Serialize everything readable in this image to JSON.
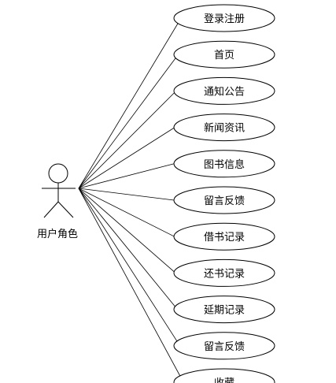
{
  "actor": {
    "label": "用户角色"
  },
  "use_cases": [
    {
      "label": "登录注册"
    },
    {
      "label": "首页"
    },
    {
      "label": "通知公告"
    },
    {
      "label": "新闻资讯"
    },
    {
      "label": "图书信息"
    },
    {
      "label": "留言反馈"
    },
    {
      "label": "借书记录"
    },
    {
      "label": "还书记录"
    },
    {
      "label": "延期记录"
    },
    {
      "label": "留言反馈"
    },
    {
      "label": "收藏"
    }
  ]
}
